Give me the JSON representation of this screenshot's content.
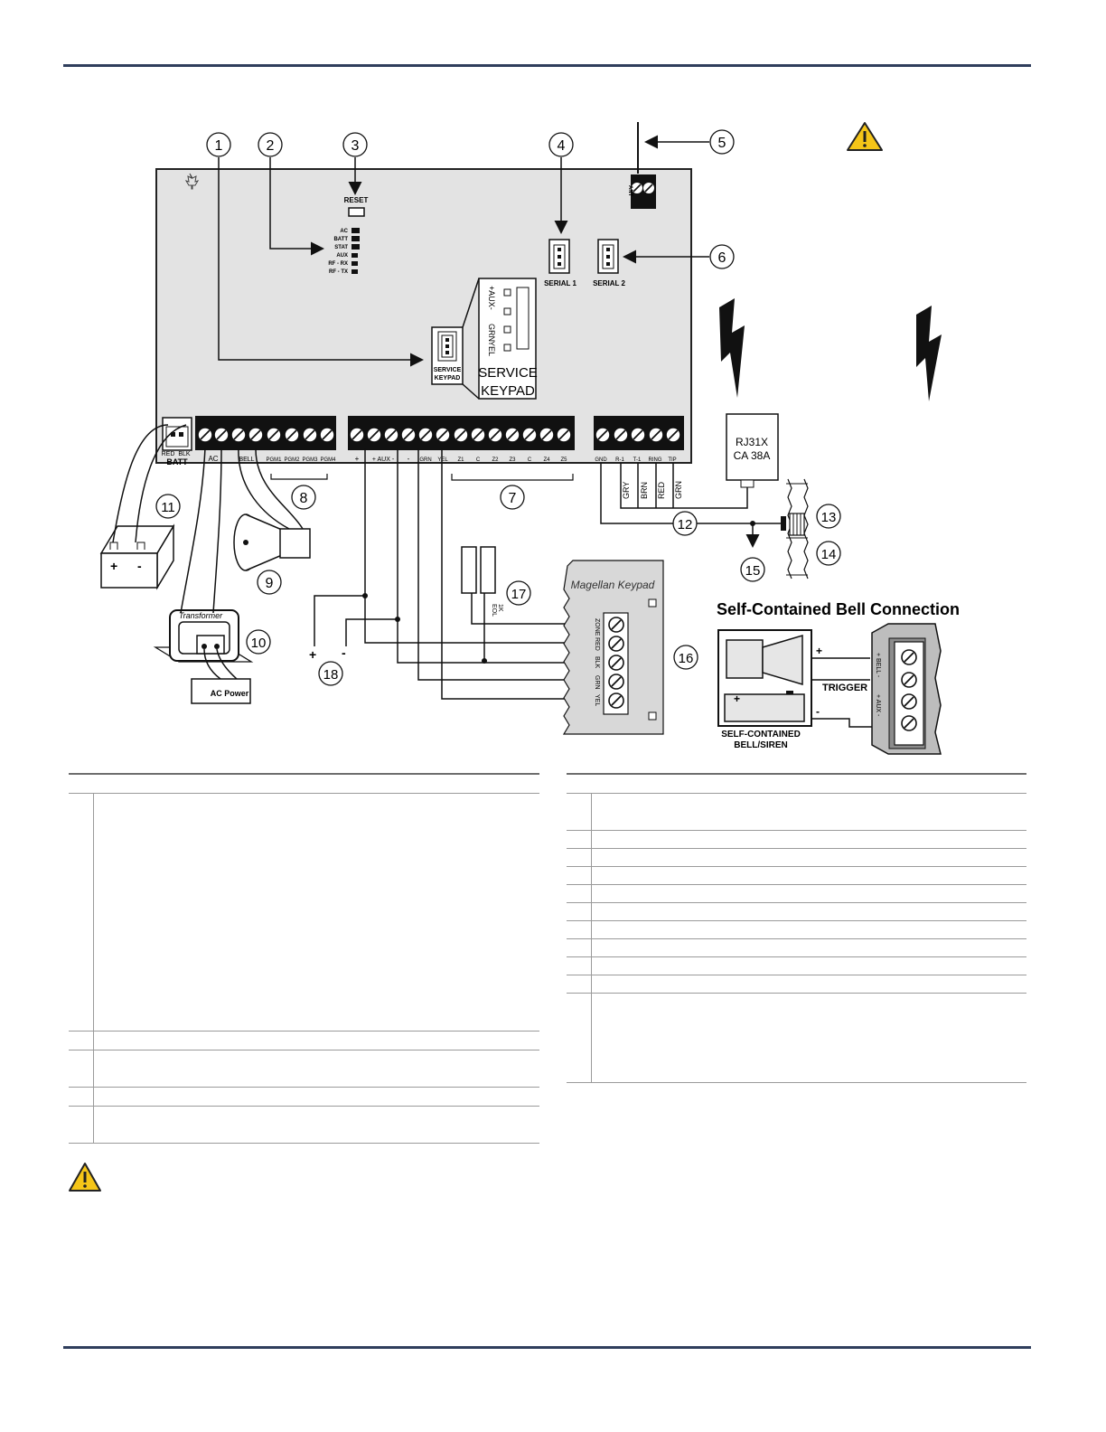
{
  "diagram": {
    "callouts": [
      "1",
      "2",
      "3",
      "4",
      "5",
      "6",
      "7",
      "8",
      "9",
      "10",
      "11",
      "12",
      "13",
      "14",
      "15",
      "16",
      "17",
      "18"
    ],
    "labels": {
      "reset": "RESET",
      "leds": [
        "AC",
        "BATT",
        "STAT",
        "AUX",
        "RF - RX",
        "RF - TX"
      ],
      "serial1": "SERIAL 1",
      "serial2": "SERIAL 2",
      "ant": "ANT",
      "service_keypad_small_1": "SERVICE",
      "service_keypad_small_2": "KEYPAD",
      "service_keypad_big_1": "SERVICE",
      "service_keypad_big_2": "KEYPAD",
      "sk_pins": [
        "+AUX-",
        "GRN",
        "YEL"
      ],
      "batt_colors": [
        "RED",
        "BLK"
      ],
      "batt": "BATT",
      "ac": "AC",
      "bell": "BELL",
      "pgm": [
        "PGM1",
        "PGM2",
        "PGM3",
        "PGM4"
      ],
      "aux_plus": "+",
      "aux": "+ AUX -",
      "aux_minus": "-",
      "kp_pins": [
        "GRN",
        "YEL"
      ],
      "zones": [
        "Z1",
        "C",
        "Z2",
        "Z3",
        "C",
        "Z4",
        "Z5"
      ],
      "tel": [
        "GND",
        "R-1",
        "T-1",
        "RING",
        "TIP"
      ],
      "wire_colors": [
        "GRY",
        "BRN",
        "RED",
        "GRN"
      ],
      "rj_1": "RJ31X",
      "rj_2": "CA 38A",
      "transformer": "Transformer",
      "ac_power": "AC Power",
      "keypad_title": "Magellan  Keypad",
      "keypad_terms": [
        "ZONE",
        "RED",
        "BLK",
        "GRN",
        "YEL"
      ],
      "eol_1": "1K",
      "eol_2": "EOL",
      "self_contained_title": "Self-Contained Bell Connection",
      "trigger": "TRIGGER",
      "sc_label_1": "SELF-CONTAINED",
      "sc_label_2": "BELL/SIREN",
      "bell_term": "+ BELL -",
      "aux_term": "+ AUX -"
    }
  },
  "colors": {
    "rule": "#2f3e5c",
    "warning": "#f5c518",
    "board": "#e3e3e3"
  },
  "icons": [
    "warning-triangle-icon",
    "maple-leaf-icon",
    "lightning-bolt-icon"
  ]
}
